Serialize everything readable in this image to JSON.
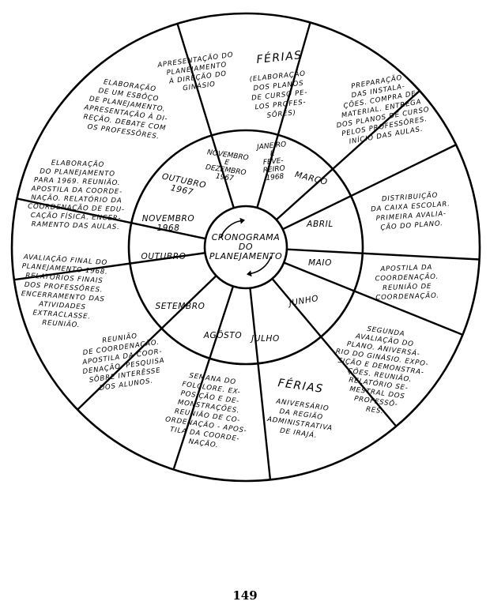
{
  "center_label": [
    "CRONOGRAMA",
    "DO",
    "PLANEJAMENTO"
  ],
  "inner_ring": [
    {
      "id": "nov-dez-1967",
      "lines": [
        "NOVEMBRO",
        "E",
        "DEZEMBRO",
        "1967"
      ]
    },
    {
      "id": "jan-fev-1968",
      "lines": [
        "JANEIRO",
        "E",
        "FEVE-",
        "REIRO",
        "1968"
      ]
    },
    {
      "id": "marco",
      "lines": [
        "MARÇO"
      ]
    },
    {
      "id": "abril",
      "lines": [
        "ABRIL"
      ]
    },
    {
      "id": "maio",
      "lines": [
        "MAIO"
      ]
    },
    {
      "id": "junho",
      "lines": [
        "JUNHO"
      ]
    },
    {
      "id": "julho",
      "lines": [
        "JULHO"
      ]
    },
    {
      "id": "agosto",
      "lines": [
        "AGÔSTO"
      ]
    },
    {
      "id": "setembro",
      "lines": [
        "SETEMBRO"
      ]
    },
    {
      "id": "outubro",
      "lines": [
        "OUTUBRO"
      ]
    },
    {
      "id": "novembro-1968",
      "lines": [
        "NOVEMBRO",
        "1968"
      ]
    },
    {
      "id": "outubro-1967",
      "lines": [
        "OUTUBRO",
        "1967"
      ]
    }
  ],
  "outer_ring": [
    {
      "id": "apresentacao",
      "lines": [
        "APRESENTAÇÃO DO",
        "PLANEJAMENTO",
        "À DIREÇÃO DO",
        "GINÁSIO"
      ]
    },
    {
      "id": "ferias-1",
      "heading": "FÉRIAS",
      "lines": [
        "(ELABORAÇÃO",
        "DOS PLANOS",
        "DE CURSO PE-",
        "LOS PROFES-",
        "SÔRES)"
      ]
    },
    {
      "id": "preparacao",
      "lines": [
        "PREPARAÇÃO",
        "DAS INSTALA-",
        "ÇÕES. COMPRA DE",
        "MATERIAL. ENTREGA",
        "DOS PLANOS DE CURSO",
        "PELOS PROFESSÔRES.",
        "INÍCIO DAS AULAS."
      ]
    },
    {
      "id": "distribuicao",
      "lines": [
        "DISTRIBUIÇÃO",
        "DA CAIXA ESCOLAR.",
        "PRIMEIRA AVALIA-",
        "ÇÃO DO PLANO."
      ]
    },
    {
      "id": "apostila-maio",
      "lines": [
        "APOSTILA DA",
        "COORDENAÇÃO.",
        "REUNIÃO DE",
        "COORDENAÇÃO."
      ]
    },
    {
      "id": "segunda-avaliacao",
      "lines": [
        "SEGUNDA",
        "AVALIAÇÃO DO",
        "PLANO. ANIVERSÁ-",
        "RIO DO GINÁSIO. EXPO-",
        "SIÇÃO E DEMONSTRA-",
        "ÇÕES. REUNIÃO.",
        "RELATÓRIO SE-",
        "MESTRAL DOS",
        "PROFESSÔ-",
        "RES."
      ]
    },
    {
      "id": "ferias-2",
      "heading": "FÉRIAS",
      "lines": [
        "ANIVERSÁRIO",
        "DA REGIÃO",
        "ADMINISTRATIVA",
        "DE IRAJÁ."
      ]
    },
    {
      "id": "semana-folclore",
      "lines": [
        "SEMANA DO",
        "FOLCLORE. EX-",
        "POSIÇÃO E DE-",
        "MONSTRAÇÕES.",
        "REUNIÃO DE CO-",
        "ORDENAÇÃO - APOS-",
        "TILA DA COORDE-",
        "NAÇÃO."
      ]
    },
    {
      "id": "reuniao-setembro",
      "lines": [
        "REUNIÃO",
        "DE COORDENAÇÃO.",
        "APOSTILA DA COOR-",
        "DENAÇÃO. PESQUISA",
        "SÔBRE INTERÊSSE",
        "DOS ALUNOS."
      ]
    },
    {
      "id": "avaliacao-final",
      "lines": [
        "AVALIAÇÃO FINAL DO",
        "PLANEJAMENTO 1968.",
        "RELATÓRIOS FINAIS",
        "DOS PROFESSÔRES.",
        "ENCERRAMENTO DAS",
        "ATIVIDADES",
        "EXTRACLASSE.",
        "REUNIÃO."
      ]
    },
    {
      "id": "elaboracao-1969",
      "lines": [
        "ELABORAÇÃO",
        "DO PLANEJAMENTO",
        "PARA 1969. REUNIÃO.",
        "APOSTILA DA COORDE-",
        "NAÇÃO. RELATÓRIO DA",
        "COORDENAÇÃO DE EDU-",
        "CAÇÃO FÍSICA. ENCER-",
        "RAMENTO DAS AULAS."
      ]
    },
    {
      "id": "elaboracao-esboco",
      "lines": [
        "ELABORAÇÃO",
        "DE UM ESBÔÇO",
        "DE PLANEJAMENTO.",
        "APRESENTAÇÃO À DI-",
        "REÇÃO. DEBATE COM",
        "OS PROFESSÔRES."
      ]
    }
  ],
  "page_number": "149"
}
